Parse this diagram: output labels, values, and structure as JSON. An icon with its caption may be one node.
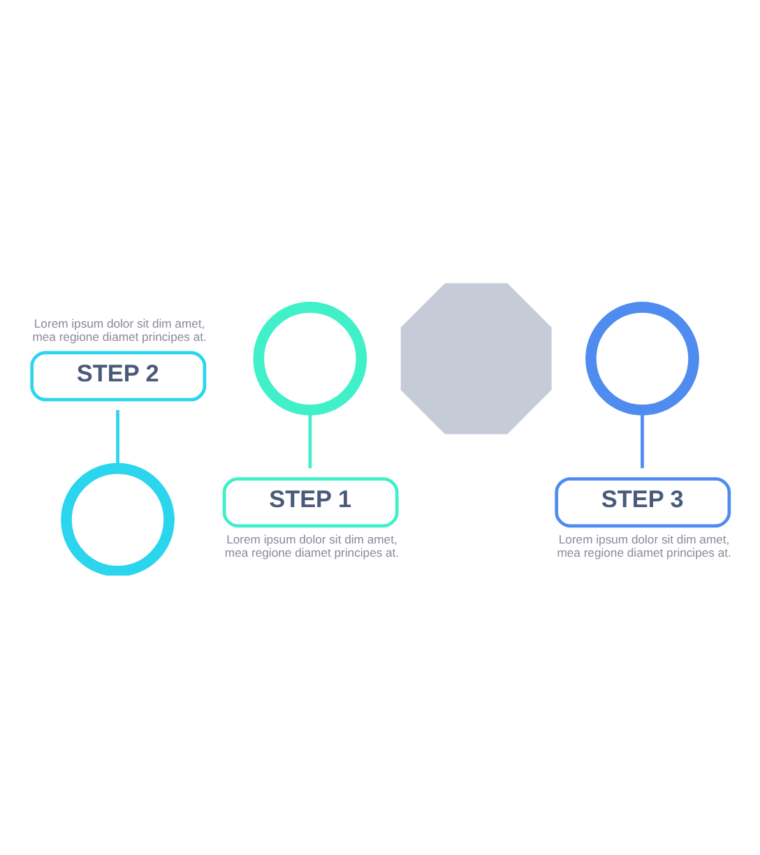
{
  "diagram": {
    "nodes": [
      {
        "text": [
          "STEP 2"
        ],
        "beside": [
          "Lorem ipsum dolor sit dim amet, mea regione diamet principes at."
        ]
      },
      {
        "text": [],
        "shape": "gear"
      },
      {
        "text": [],
        "shape": "gear"
      },
      {
        "text": [],
        "shape": "gear"
      },
      {
        "text": [],
        "shape": "gear"
      },
      {
        "text": [
          "STEP 1"
        ],
        "beside": [
          "Lorem ipsum dolor sit dim amet, mea regione diamet principes at."
        ]
      },
      {
        "text": [
          "STEP 3"
        ],
        "beside": [
          "Lorem ipsum dolor sit dim amet, mea regione diamet principes at."
        ]
      }
    ],
    "edges": [
      {
        "from": 0,
        "to": 1,
        "arrow": "none"
      },
      {
        "from": 2,
        "to": 5,
        "arrow": "none"
      },
      {
        "from": 4,
        "to": 6,
        "arrow": "none"
      }
    ]
  }
}
